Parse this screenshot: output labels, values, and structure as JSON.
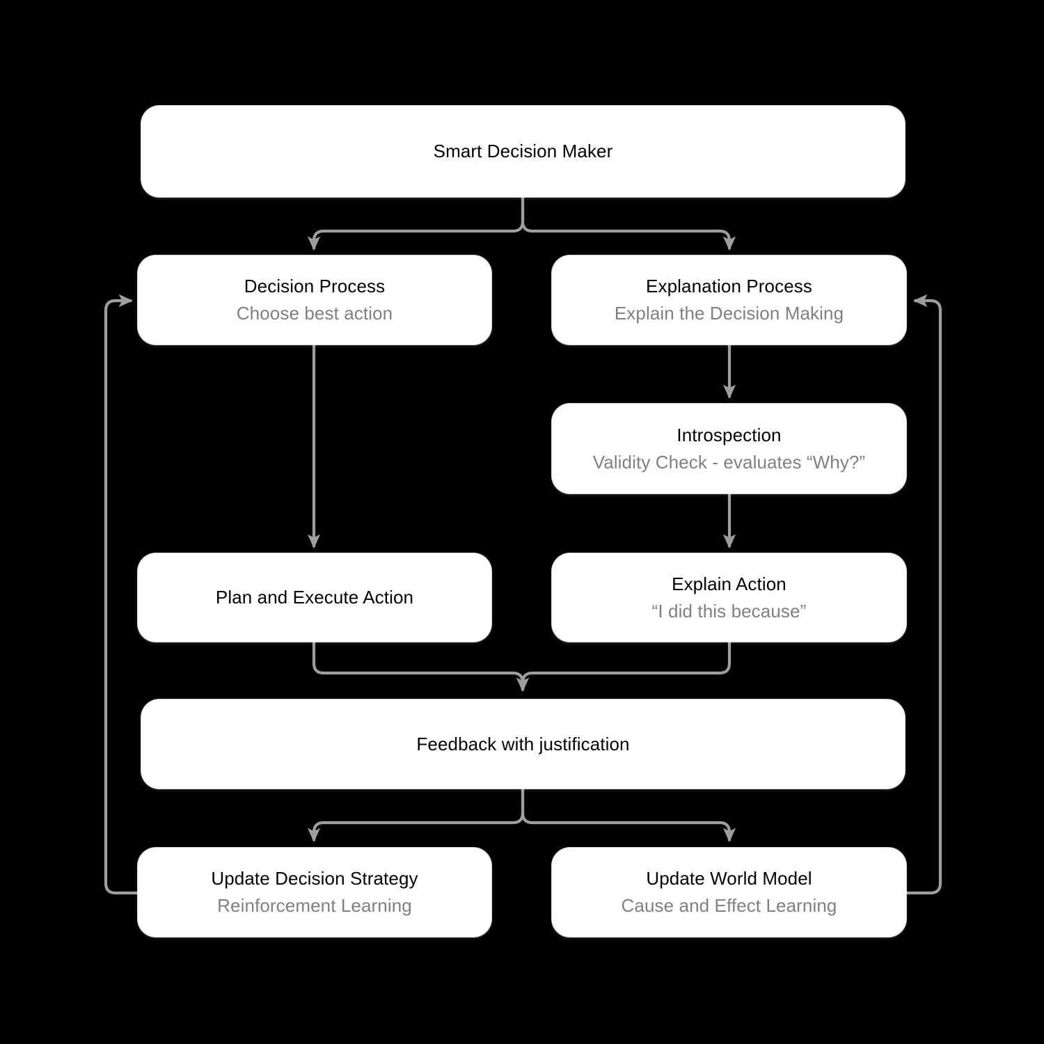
{
  "diagram": {
    "background_color": "#000000",
    "node_fill": "#ffffff",
    "title_color": "#000000",
    "subtitle_color": "#808080",
    "edge_color": "#9e9e9e",
    "nodes": [
      {
        "id": "smart-decision-maker",
        "title": "Smart Decision Maker",
        "subtitle": ""
      },
      {
        "id": "decision-process",
        "title": "Decision Process",
        "subtitle": "Choose best action"
      },
      {
        "id": "explanation-process",
        "title": "Explanation Process",
        "subtitle": "Explain the Decision Making"
      },
      {
        "id": "introspection",
        "title": "Introspection",
        "subtitle": "Validity Check - evaluates “Why?”"
      },
      {
        "id": "plan-and-execute-action",
        "title": "Plan and Execute Action",
        "subtitle": ""
      },
      {
        "id": "explain-action",
        "title": "Explain Action",
        "subtitle": "“I did this because”"
      },
      {
        "id": "feedback-with-justification",
        "title": "Feedback with justification",
        "subtitle": ""
      },
      {
        "id": "update-decision-strategy",
        "title": "Update Decision Strategy",
        "subtitle": "Reinforcement Learning"
      },
      {
        "id": "update-world-model",
        "title": "Update World Model",
        "subtitle": "Cause and Effect Learning"
      }
    ],
    "edges": [
      {
        "from": "smart-decision-maker",
        "to": "decision-process"
      },
      {
        "from": "smart-decision-maker",
        "to": "explanation-process"
      },
      {
        "from": "decision-process",
        "to": "plan-and-execute-action"
      },
      {
        "from": "explanation-process",
        "to": "introspection"
      },
      {
        "from": "introspection",
        "to": "explain-action"
      },
      {
        "from": "plan-and-execute-action",
        "to": "feedback-with-justification"
      },
      {
        "from": "explain-action",
        "to": "feedback-with-justification"
      },
      {
        "from": "feedback-with-justification",
        "to": "update-decision-strategy"
      },
      {
        "from": "feedback-with-justification",
        "to": "update-world-model"
      },
      {
        "from": "update-decision-strategy",
        "to": "decision-process"
      },
      {
        "from": "update-world-model",
        "to": "explanation-process"
      }
    ]
  }
}
